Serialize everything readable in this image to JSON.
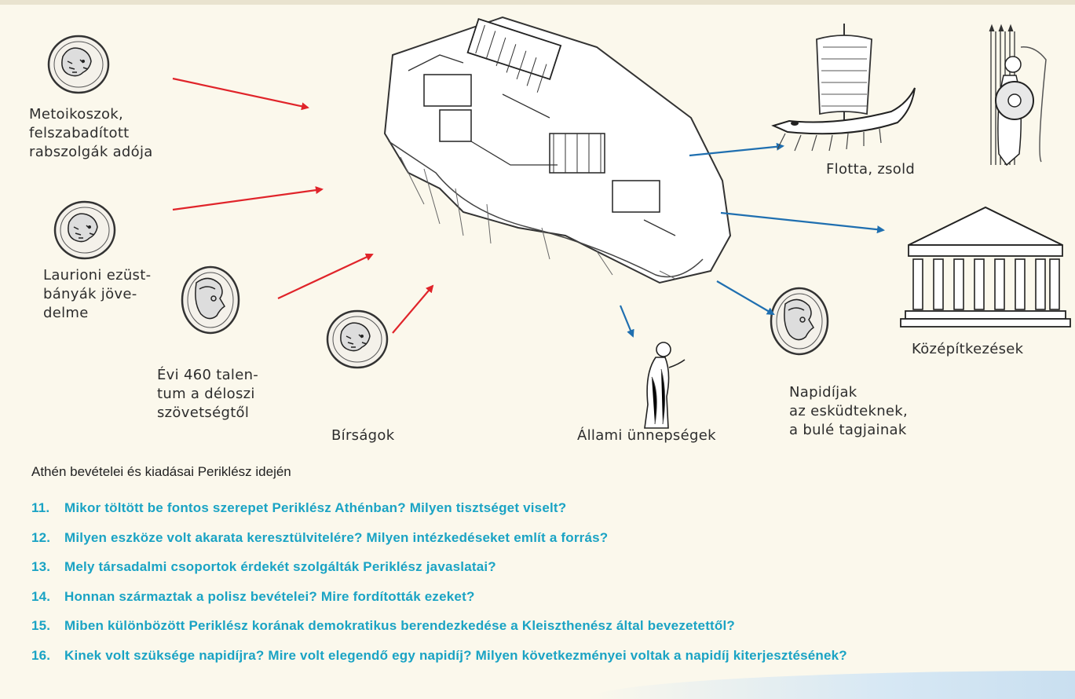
{
  "labels": {
    "metoikoszok": [
      "Metoikoszok,",
      "felszabadított",
      "rabszolgák adója"
    ],
    "laurion": [
      "Laurioni ezüst-",
      "bányák jöve-",
      "delme"
    ],
    "delosz": [
      "Évi 460 talen-",
      "tum a déloszi",
      "szövetségtől"
    ],
    "birsagok": "Bírságok",
    "unnepsegek": "Állami ünnepségek",
    "napidijak": [
      "Napidíjak",
      "az esküdteknek,",
      "a bulé tagjainak"
    ],
    "flotta": "Flotta, zsold",
    "kozepitkezesek": "Középítkezések"
  },
  "caption": "Athén bevételei és kiadásai Periklész idején",
  "questions": [
    {
      "num": "11.",
      "text": "Mikor töltött be fontos szerepet Periklész Athénban? Milyen tisztséget viselt?"
    },
    {
      "num": "12.",
      "text": "Milyen eszköze volt akarata keresztülvitelére? Milyen intézkedéseket említ a forrás?"
    },
    {
      "num": "13.",
      "text": "Mely társadalmi csoportok érdekét szolgálták Periklész javaslatai?"
    },
    {
      "num": "14.",
      "text": "Honnan származtak a polisz bevételei? Mire fordították ezeket?"
    },
    {
      "num": "15.",
      "text": "Miben különbözött Periklész korának demokratikus berendezkedése a Kleiszthenész által bevezetettől?"
    },
    {
      "num": "16.",
      "text": "Kinek volt szüksége napidíjra? Mire volt elegendő egy napidíj? Milyen következményei voltak a napidíj kiterjesztésének?"
    }
  ],
  "colors": {
    "income_arrow": "#e0242a",
    "expense_arrow": "#1f6fb0",
    "question": "#1aa3c4"
  }
}
